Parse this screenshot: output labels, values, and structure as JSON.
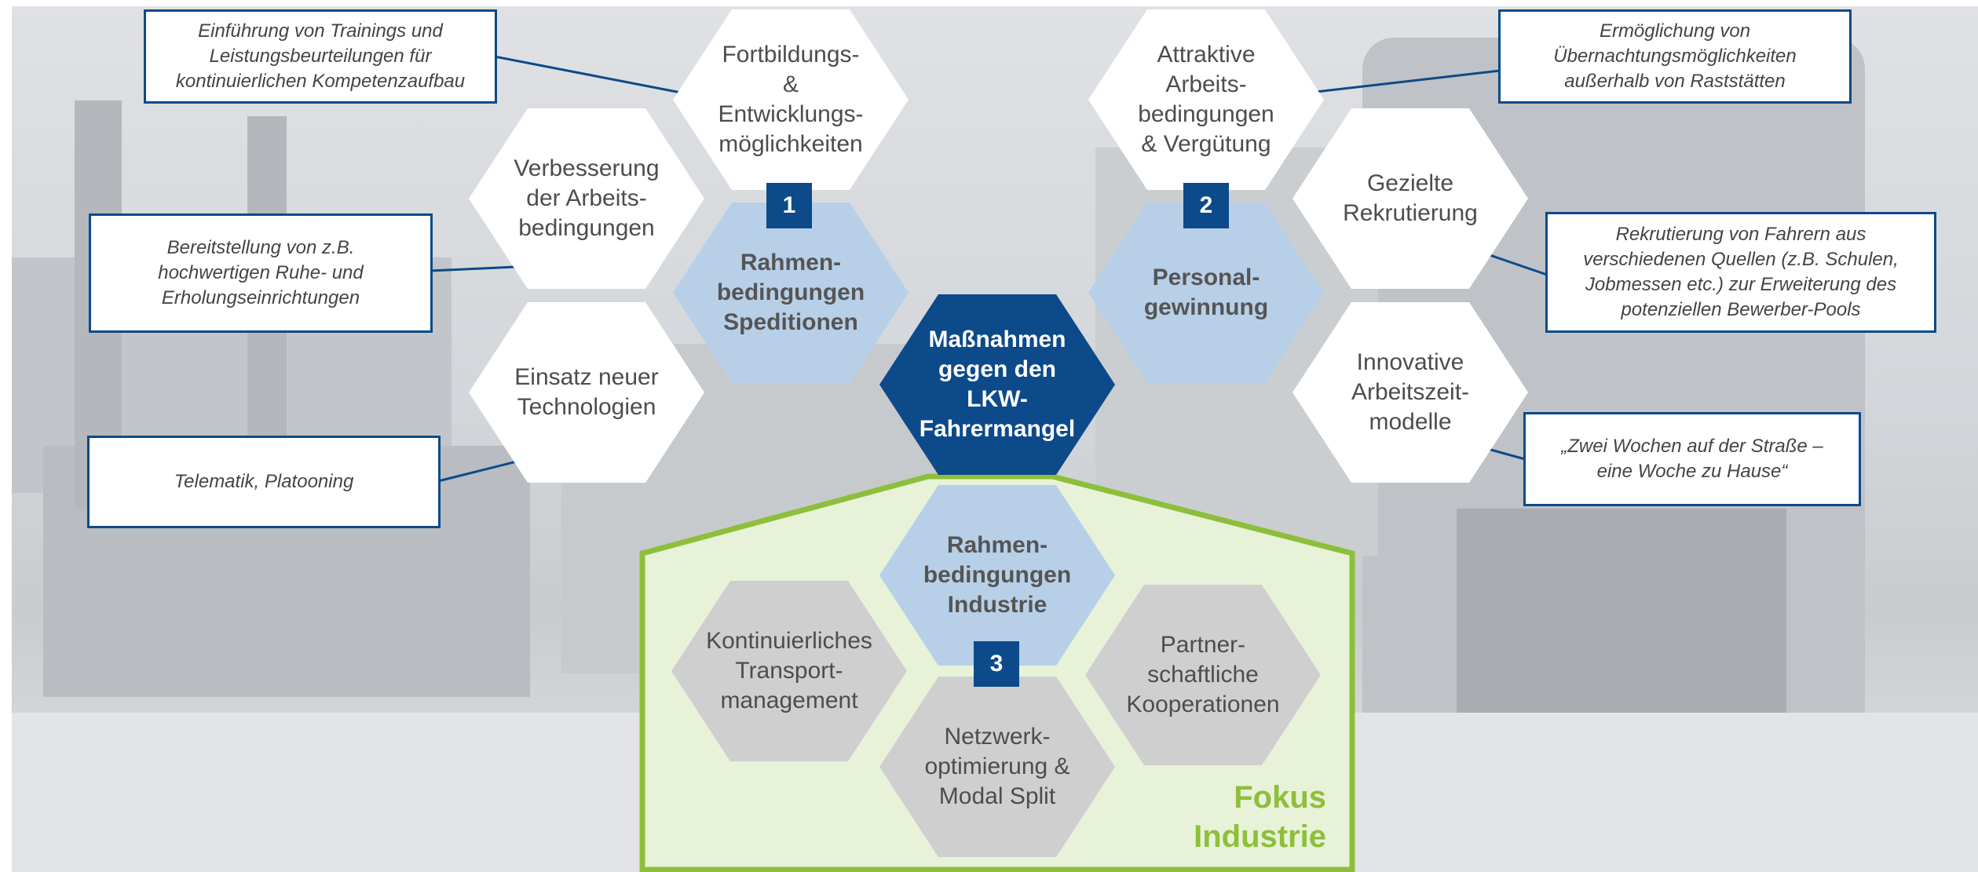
{
  "diagram": {
    "center": {
      "text": "Maßnahmen\ngegen den\nLKW-\nFahrermangel"
    },
    "pillar1": {
      "badge": "1",
      "title": "Rahmen-\nbedingungen\nSpeditionen",
      "items": [
        {
          "text": "Fortbildungs-\n&\nEntwicklungs-\nmöglichkeiten",
          "note": "Einführung von Trainings und\nLeistungsbeurteilungen für\nkontinuierlichen Kompetenzaufbau"
        },
        {
          "text": "Verbesserung\nder Arbeits-\nbedingungen",
          "note": "Bereitstellung von z.B.\nhochwertigen Ruhe- und\nErholungseinrichtungen"
        },
        {
          "text": "Einsatz neuer\nTechnologien",
          "note": "Telematik, Platooning"
        }
      ]
    },
    "pillar2": {
      "badge": "2",
      "title": "Personal-\ngewinnung",
      "items": [
        {
          "text": "Attraktive\nArbeits-\nbedingungen\n& Vergütung",
          "note": "Ermöglichung von\nÜbernachtungsmöglichkeiten\naußerhalb von Raststätten"
        },
        {
          "text": "Gezielte\nRekrutierung",
          "note": "Rekrutierung von Fahrern aus\nverschiedenen Quellen (z.B. Schulen,\nJobmessen etc.) zur Erweiterung des\npotenziellen Bewerber-Pools"
        },
        {
          "text": "Innovative\nArbeitszeit-\nmodelle",
          "note": "„Zwei Wochen auf der Straße –\neine Woche zu Hause“"
        }
      ]
    },
    "pillar3": {
      "badge": "3",
      "title": "Rahmen-\nbedingungen\nIndustrie",
      "items": [
        {
          "text": "Kontinuierliches\nTransport-\nmanagement"
        },
        {
          "text": "Netzwerk-\noptimierung &\nModal Split"
        },
        {
          "text": "Partner-\nschaftliche\nKooperationen"
        }
      ],
      "focus_label": "Fokus\nIndustrie"
    }
  },
  "colors": {
    "dark_blue": "#0c4a8a",
    "light_blue": "#b8cfe8",
    "green": "#8dbf3a",
    "green_fill": "#e8f2d8",
    "grey_hex": "#cfcfcf"
  }
}
